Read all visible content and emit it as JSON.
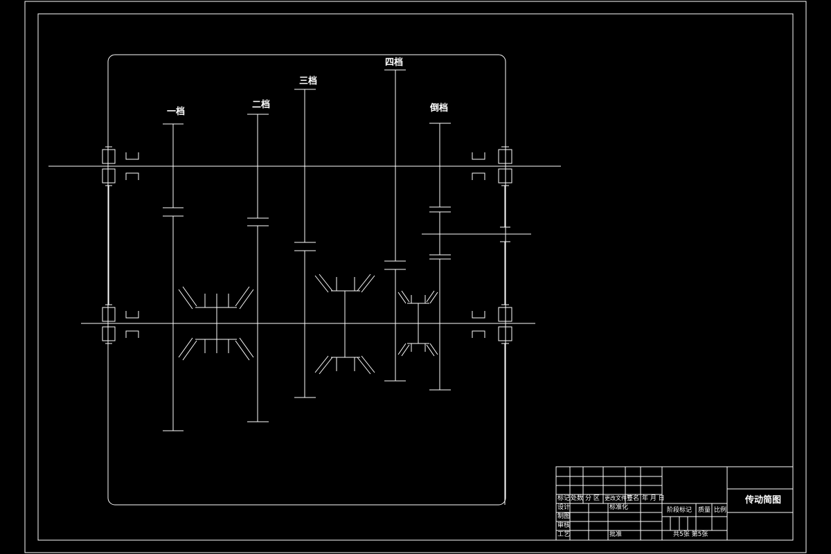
{
  "colors": {
    "background": "#000000",
    "line": "#ffffff"
  },
  "gears": {
    "first": "一档",
    "second": "二档",
    "third": "三档",
    "fourth": "四档",
    "reverse": "倒档"
  },
  "title_block": {
    "mark": "标记",
    "count": "处数",
    "zone": "分 区",
    "change_doc": "更改文件号",
    "signature": "签名",
    "date": "年 月 日",
    "design": "设计",
    "standardization": "标准化",
    "drawn": "制图",
    "review": "审核",
    "process": "工艺",
    "approve": "批准",
    "stage_mark": "阶段标记",
    "weight": "质量",
    "scale": "比例",
    "sheets": "共5张 第5张",
    "drawing_title": "传动简图"
  }
}
